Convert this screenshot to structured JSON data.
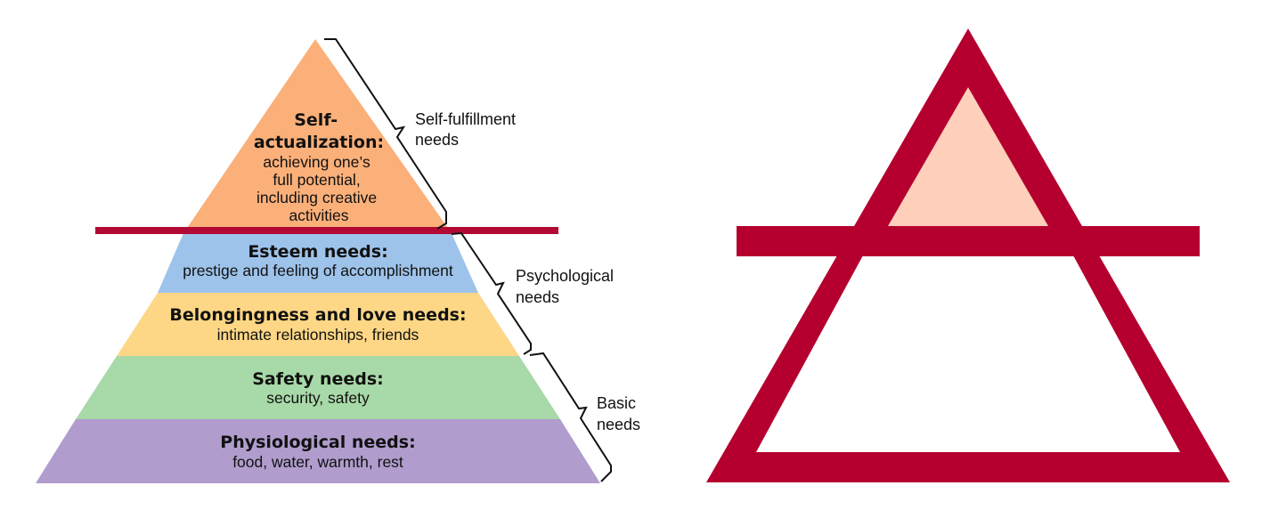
{
  "pyramid": {
    "levels": [
      {
        "key": "physiological",
        "title": "Physiological needs:",
        "description": "food, water, warmth, rest",
        "color": "#b09ccd"
      },
      {
        "key": "safety",
        "title": "Safety needs:",
        "description": "security, safety",
        "color": "#a8d9a8"
      },
      {
        "key": "belonging",
        "title": "Belongingness and love needs:",
        "description": "intimate relationships, friends",
        "color": "#fdd786"
      },
      {
        "key": "esteem",
        "title": "Esteem needs:",
        "description": "prestige and feeling of accomplishment",
        "color": "#9ec3ea"
      },
      {
        "key": "self_actualization",
        "title_lines": [
          "Self-",
          "actualization:"
        ],
        "description_lines": [
          "achieving one’s",
          "full potential,",
          "including creative",
          "activities"
        ],
        "color": "#fbb07a"
      }
    ],
    "groups": [
      {
        "key": "self_fulfillment",
        "label_lines": [
          "Self-fulfillment",
          "needs"
        ]
      },
      {
        "key": "psychological",
        "label_lines": [
          "Psychological",
          "needs"
        ]
      },
      {
        "key": "basic",
        "label_lines": [
          "Basic",
          "needs"
        ]
      }
    ],
    "divider_color": "#b30a35",
    "bracket_color": "#111111"
  },
  "symbol": {
    "outline_color": "#b5002f",
    "fill_color": "#fecfbb",
    "background_color": "#ffffff"
  }
}
